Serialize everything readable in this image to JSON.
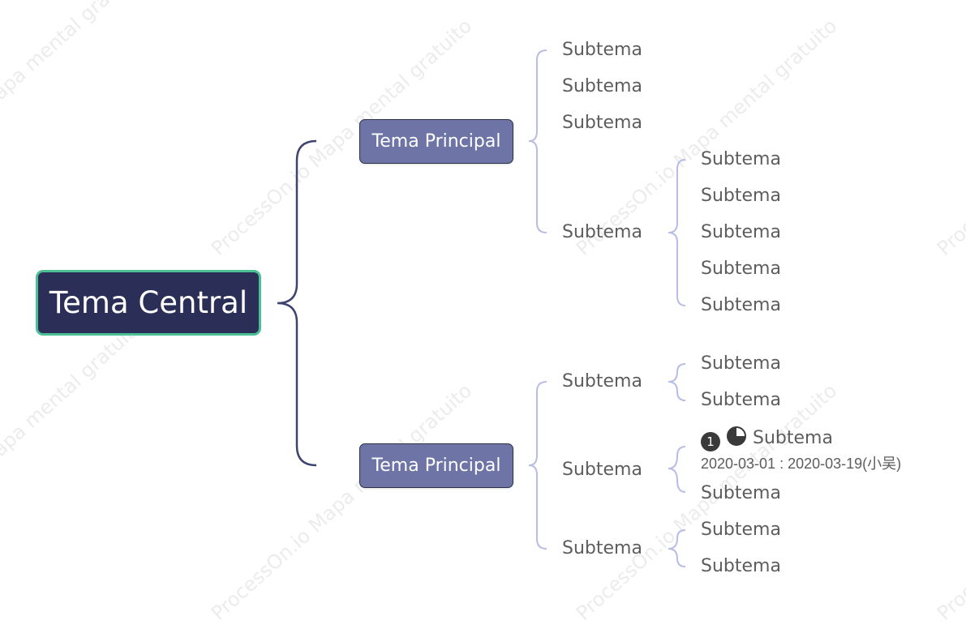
{
  "watermark_text": "ProcessOn.io Mapa mental gratuito",
  "central_topic": "Tema Central",
  "colors": {
    "central_fill": "#2b2f57",
    "central_border": "#4cbf94",
    "main_fill": "#6e75a6",
    "main_connector": "#3e4470",
    "sub_connector": "#b7bde4",
    "text": "#5d5d5d"
  },
  "branches": [
    {
      "label": "Tema Principal",
      "children": [
        {
          "label": "Subtema"
        },
        {
          "label": "Subtema"
        },
        {
          "label": "Subtema"
        },
        {
          "label": "Subtema",
          "children": [
            "Subtema",
            "Subtema",
            "Subtema",
            "Subtema",
            "Subtema"
          ]
        }
      ]
    },
    {
      "label": "Tema Principal",
      "children": [
        {
          "label": "Subtema",
          "children": [
            "Subtema",
            "Subtema"
          ]
        },
        {
          "label": "Subtema",
          "children": [
            {
              "label": "Subtema",
              "priority": "1",
              "progress_icon": "progress-75-icon",
              "note": "2020-03-01 : 2020-03-19(小吴)"
            },
            {
              "label": "Subtema"
            }
          ]
        },
        {
          "label": "Subtema",
          "children": [
            "Subtema",
            "Subtema"
          ]
        }
      ]
    }
  ]
}
